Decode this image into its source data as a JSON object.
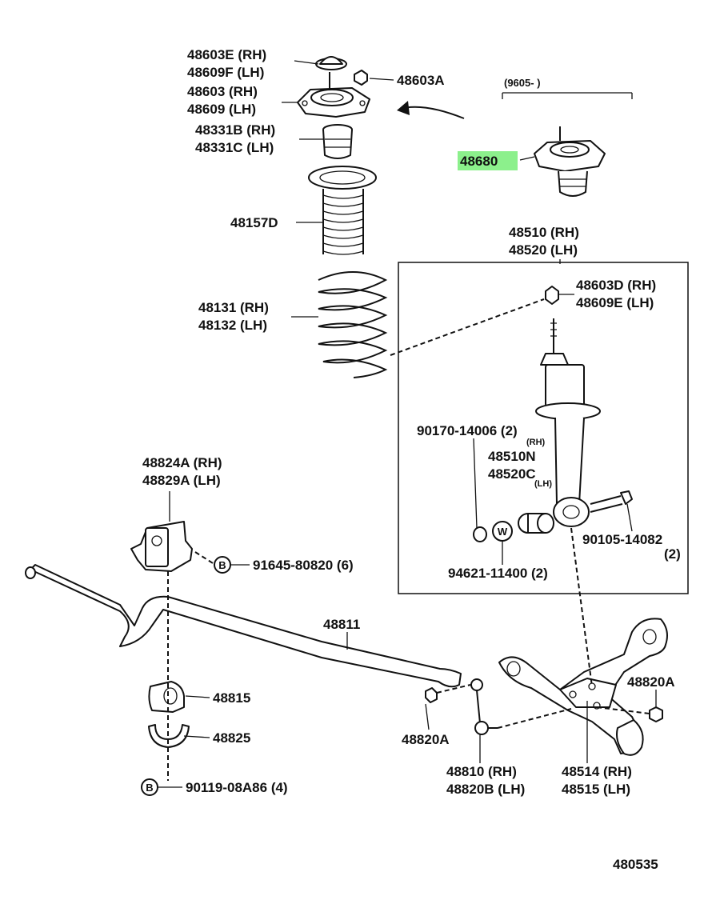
{
  "callouts": {
    "c48603E": "48603E (RH)",
    "c48609F": "48609F (LH)",
    "c48603A": "48603A",
    "c48603": "48603 (RH)",
    "c48609": "48609 (LH)",
    "c48331B": "48331B (RH)",
    "c48331C": "48331C (LH)",
    "c48157D": "48157D",
    "c48131": "48131 (RH)",
    "c48132": "48132 (LH)",
    "c9605": "(9605-         )",
    "c48680": "48680",
    "c48510": "48510 (RH)",
    "c48520": "48520 (LH)",
    "c48603D": "48603D (RH)",
    "c48609E": "48609E (LH)",
    "c90170": "90170-14006 (2)",
    "c48510N_rh": "(RH)",
    "c48510N": "48510N",
    "c48520C": "48520C",
    "c48520C_lh": "(LH)",
    "c48824A": "48824A (RH)",
    "c48829A": "48829A (LH)",
    "c91645": "91645-80820 (6)",
    "cB1": "B",
    "cW": "W",
    "c90105": "90105-14082",
    "c90105q": "(2)",
    "c94621": "94621-11400 (2)",
    "c48811": "48811",
    "c48815": "48815",
    "c48825": "48825",
    "cB2": "B",
    "c90119": "90119-08A86 (4)",
    "c48820A_l": "48820A",
    "c48810": "48810    (RH)",
    "c48820B": "48820B (LH)",
    "c48514": "48514 (RH)",
    "c48515": "48515 (LH)",
    "c48820A_r": "48820A",
    "c480535": "480535"
  },
  "highlight_color": "#8cf08c"
}
